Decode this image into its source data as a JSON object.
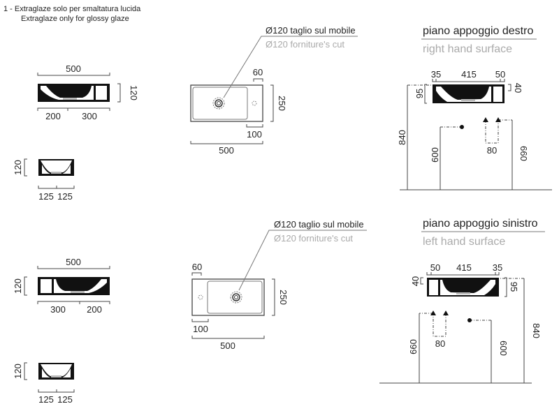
{
  "note": {
    "line1": "1 - Extraglaze solo per smaltatura lucida",
    "line2": "Extraglaze only for glossy glaze"
  },
  "right_version": {
    "front": {
      "width": "500",
      "height": "120",
      "left": "200",
      "right": "300"
    },
    "side": {
      "height": "120",
      "left": "125",
      "right": "125"
    },
    "top": {
      "cut_it": "Ø120 taglio sul mobile",
      "cut_en": "Ø120 forniture's cut",
      "d60": "60",
      "d250": "250",
      "d100": "100",
      "d500": "500"
    },
    "wall": {
      "title_it": "piano appoggio destro",
      "title_en": "right hand surface",
      "d35": "35",
      "d415": "415",
      "d50": "50",
      "d95": "95",
      "d40": "40",
      "d840": "840",
      "d600": "600",
      "d80": "80",
      "d660": "660"
    }
  },
  "left_version": {
    "front": {
      "width": "500",
      "height": "120",
      "left": "300",
      "right": "200"
    },
    "side": {
      "height": "120",
      "left": "125",
      "right": "125"
    },
    "top": {
      "cut_it": "Ø120 taglio sul mobile",
      "cut_en": "Ø120 forniture's cut",
      "d60": "60",
      "d250": "250",
      "d100": "100",
      "d500": "500"
    },
    "wall": {
      "title_it": "piano appoggio sinistro",
      "title_en": "left hand surface",
      "d50": "50",
      "d415": "415",
      "d35": "35",
      "d40": "40",
      "d95": "95",
      "d840": "840",
      "d660": "660",
      "d80": "80",
      "d600": "600"
    }
  }
}
